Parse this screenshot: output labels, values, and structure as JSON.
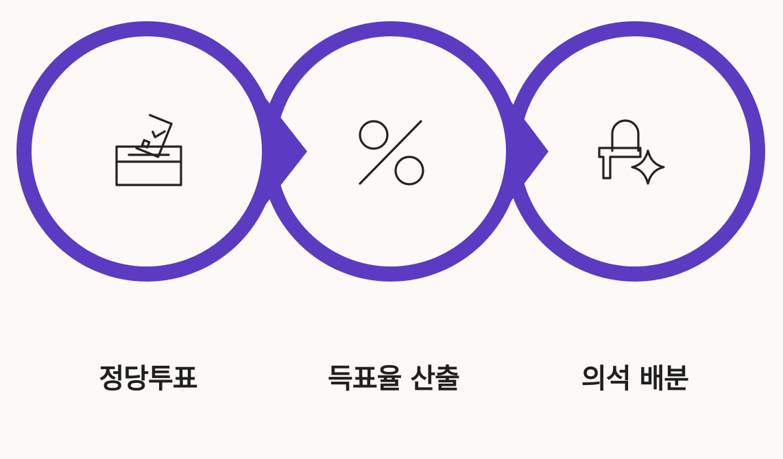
{
  "colors": {
    "background": "#fcf9f6",
    "ring": "#5a3bc2",
    "inner_fill": "#fcf9f6",
    "icon_stroke": "#232323",
    "label_text": "#1f1f1f"
  },
  "steps": [
    {
      "label": "정당투표",
      "icon": "ballot-box-icon"
    },
    {
      "label": "득표율 산출",
      "icon": "percent-icon"
    },
    {
      "label": "의석 배분",
      "icon": "parliament-seat-icon"
    }
  ]
}
